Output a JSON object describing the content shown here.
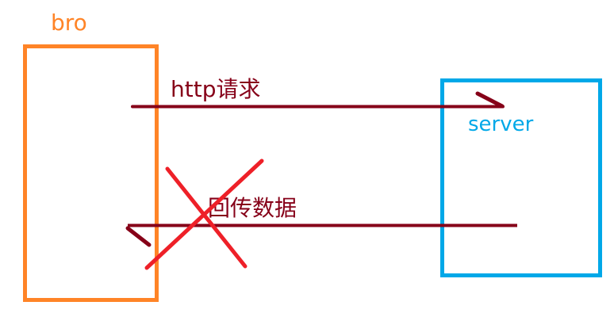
{
  "diagram": {
    "nodes": {
      "browser": {
        "label": "bro",
        "color": "#FF8427"
      },
      "server": {
        "label": "server",
        "color": "#00A8E8"
      }
    },
    "edges": {
      "request": {
        "label": "http请求",
        "color": "#860018",
        "direction": "browser-to-server"
      },
      "response": {
        "label": "回传数据",
        "color": "#860018",
        "direction": "server-to-browser",
        "crossed_out": true
      }
    },
    "crossout": {
      "color": "#EE2028"
    }
  }
}
